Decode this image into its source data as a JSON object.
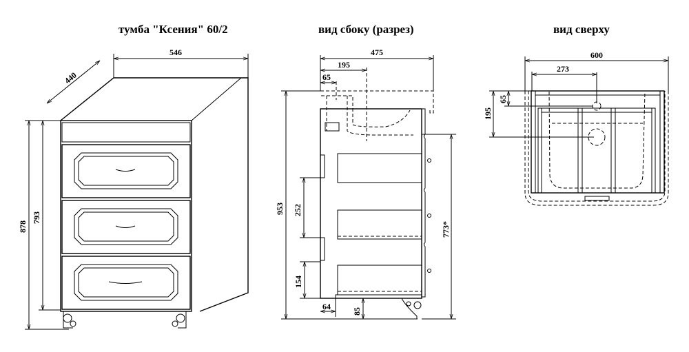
{
  "titles": {
    "front": "тумба \"Ксения\" 60/2",
    "side": "вид сбоку (разрез)",
    "top": "вид сверху"
  },
  "front_dims": {
    "width": "546",
    "depth": "440",
    "total_height": "878",
    "body_height": "793"
  },
  "side_dims": {
    "depth": "475",
    "drain_offset": "195",
    "small_offset": "65",
    "height": "953",
    "drawer_pitch": "252",
    "bottom_gap": "154",
    "foot_offset": "64",
    "foot_height": "85",
    "install_height": "773*"
  },
  "top_dims": {
    "width": "600",
    "drain_x": "273",
    "drain_y": "195",
    "tap_y": "65"
  }
}
